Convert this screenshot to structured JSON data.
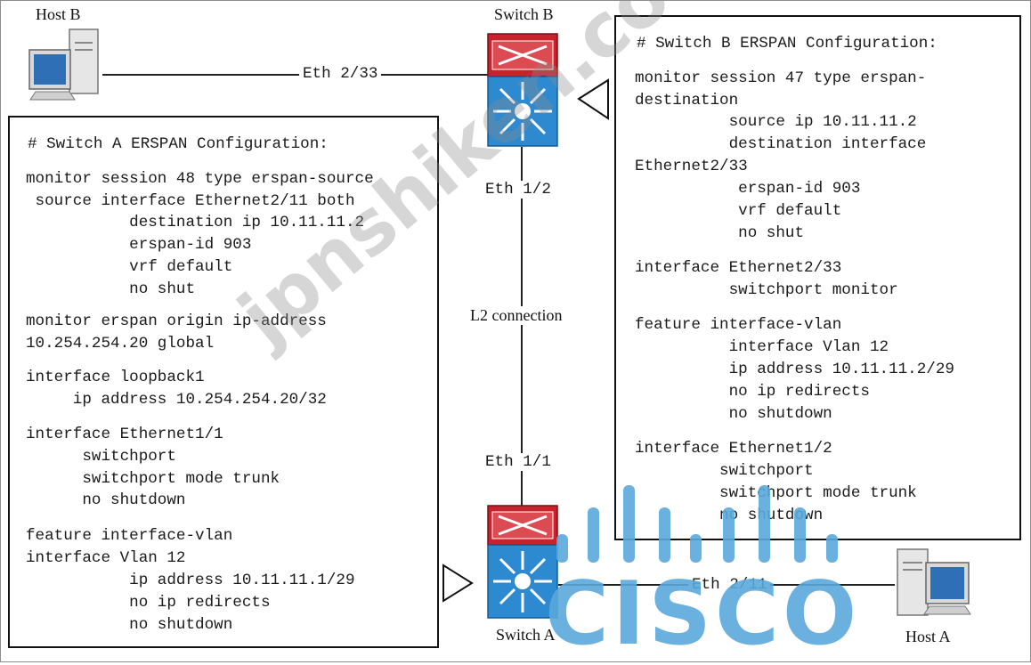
{
  "devices": {
    "host_b": "Host B",
    "host_a": "Host A",
    "switch_b": "Switch B",
    "switch_a": "Switch A"
  },
  "links": {
    "host_b_link": "Eth 2/33",
    "switch_b_down": "Eth 1/2",
    "l2": "L2 connection",
    "switch_a_up": "Eth 1/1",
    "host_a_link": "Eth 2/11"
  },
  "switch_a_config": [
    "# Switch A ERSPAN Configuration:",
    "monitor session 48 type erspan-source",
    " source interface Ethernet2/11 both",
    "           destination ip 10.11.11.2",
    "           erspan-id 903",
    "           vrf default",
    "           no shut",
    "monitor erspan origin ip-address",
    "10.254.254.20 global",
    "interface loopback1",
    "     ip address 10.254.254.20/32",
    "interface Ethernet1/1",
    "      switchport",
    "      switchport mode trunk",
    "      no shutdown",
    "feature interface-vlan",
    "interface Vlan 12",
    "           ip address 10.11.11.1/29",
    "           no ip redirects",
    "           no shutdown"
  ],
  "switch_b_config": [
    "# Switch B ERSPAN Configuration:",
    "monitor session 47 type erspan-",
    "destination",
    "          source ip 10.11.11.2",
    "          destination interface",
    "Ethernet2/33",
    "           erspan-id 903",
    "           vrf default",
    "           no shut",
    "interface Ethernet2/33",
    "          switchport monitor",
    "feature interface-vlan",
    "          interface Vlan 12",
    "          ip address 10.11.11.2/29",
    "          no ip redirects",
    "          no shutdown",
    "interface Ethernet1/2",
    "         switchport",
    "         switchport mode trunk",
    "         no shutdown"
  ],
  "watermark": "jpnshiken.com",
  "logo_text": "CISCO",
  "colors": {
    "switch_red": "#c8232c",
    "switch_blue": "#2d8ad1",
    "watermark": "#8c8c8c",
    "logo_blue": "#5aa9dd"
  }
}
